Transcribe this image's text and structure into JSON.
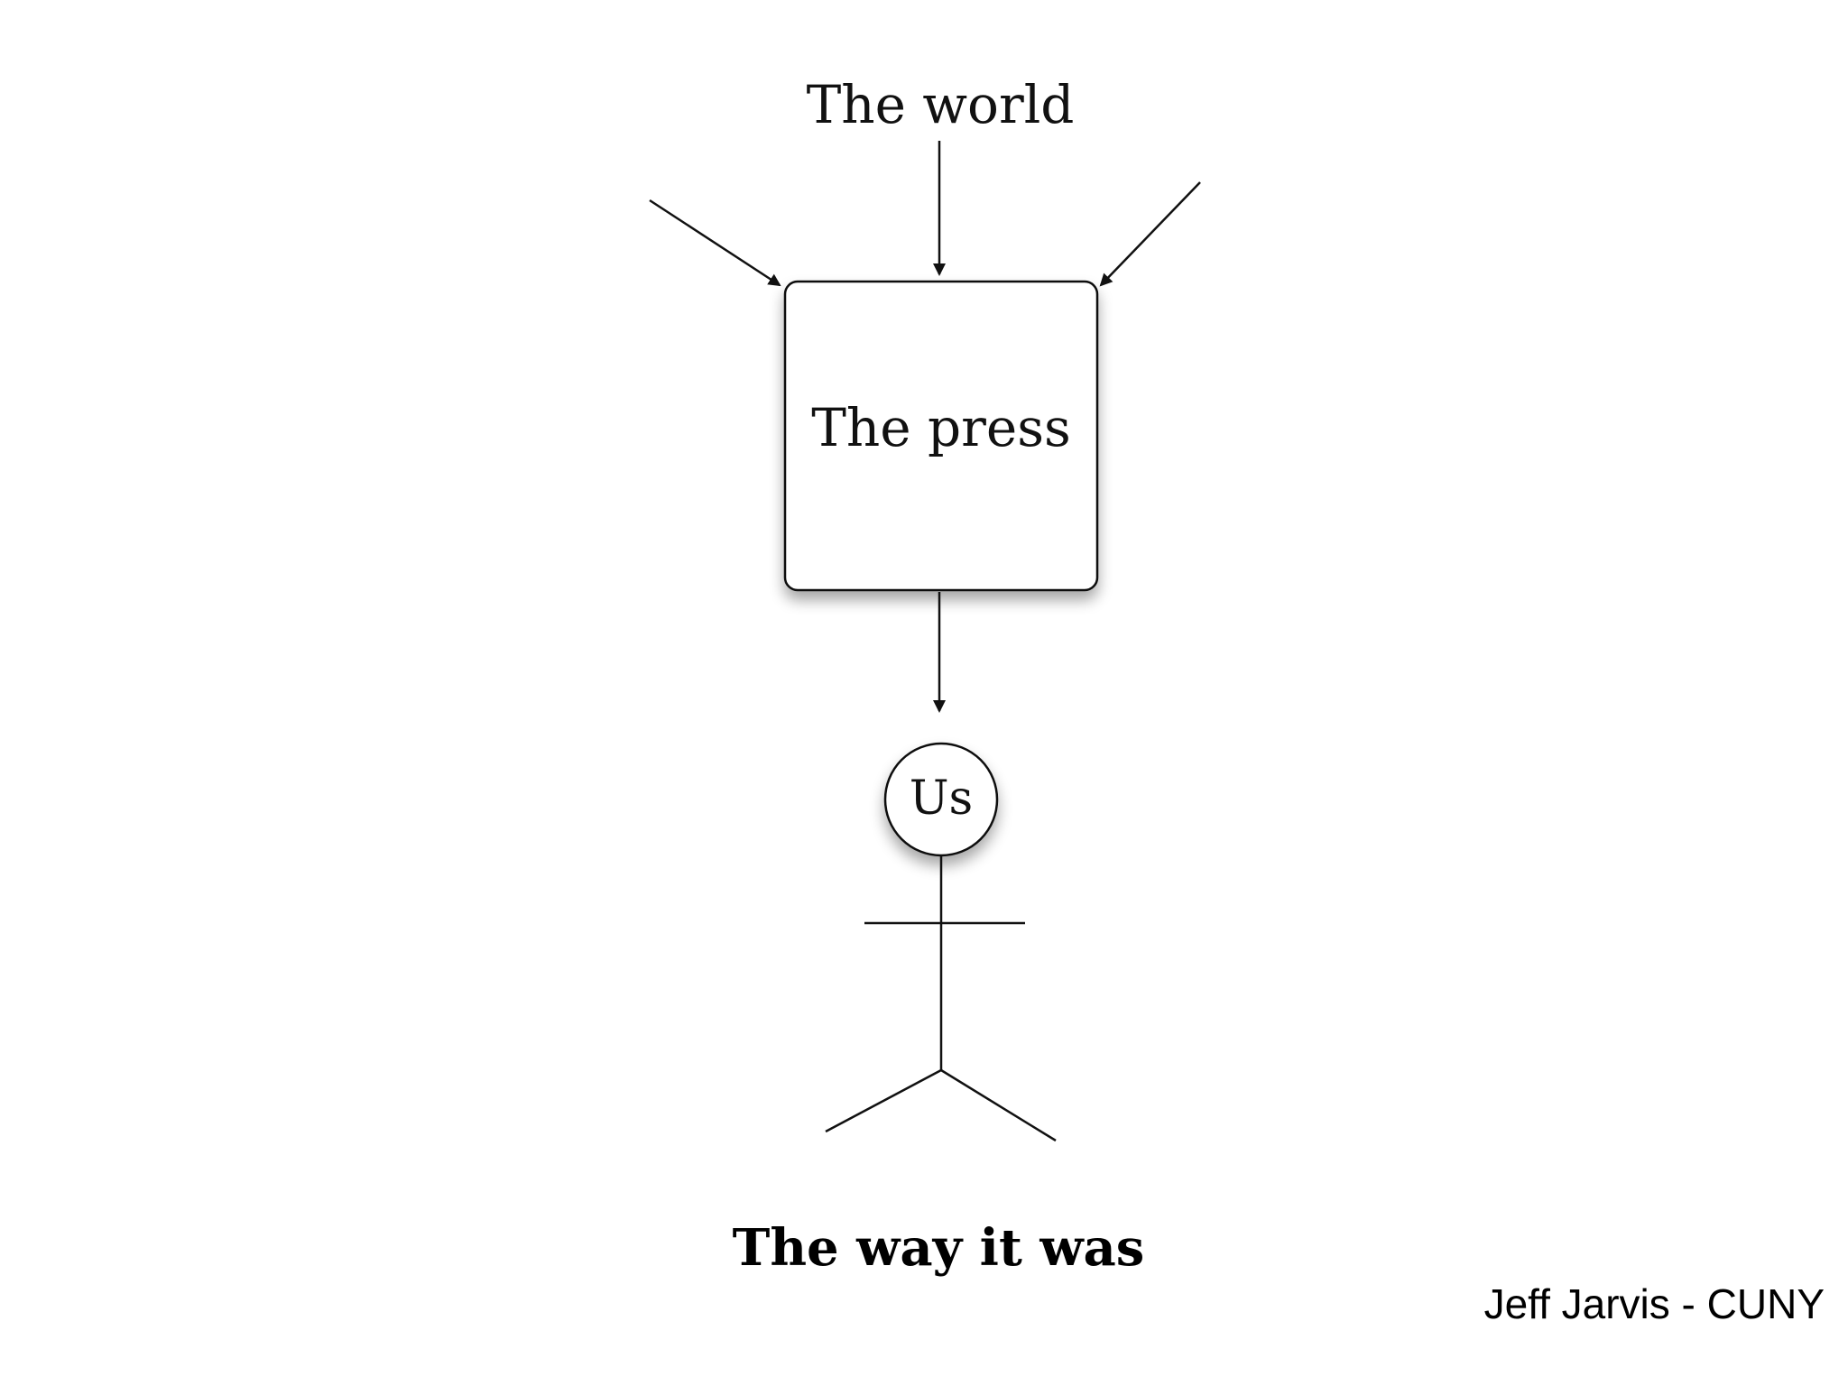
{
  "diagram": {
    "source_label": "The world",
    "box_label": "The press",
    "person_label": "Us",
    "caption": "The way it was"
  },
  "footer": {
    "credit": "Jeff Jarvis - CUNY"
  },
  "colors": {
    "background": "#ffffff",
    "stroke": "#111111",
    "text": "#111111"
  }
}
